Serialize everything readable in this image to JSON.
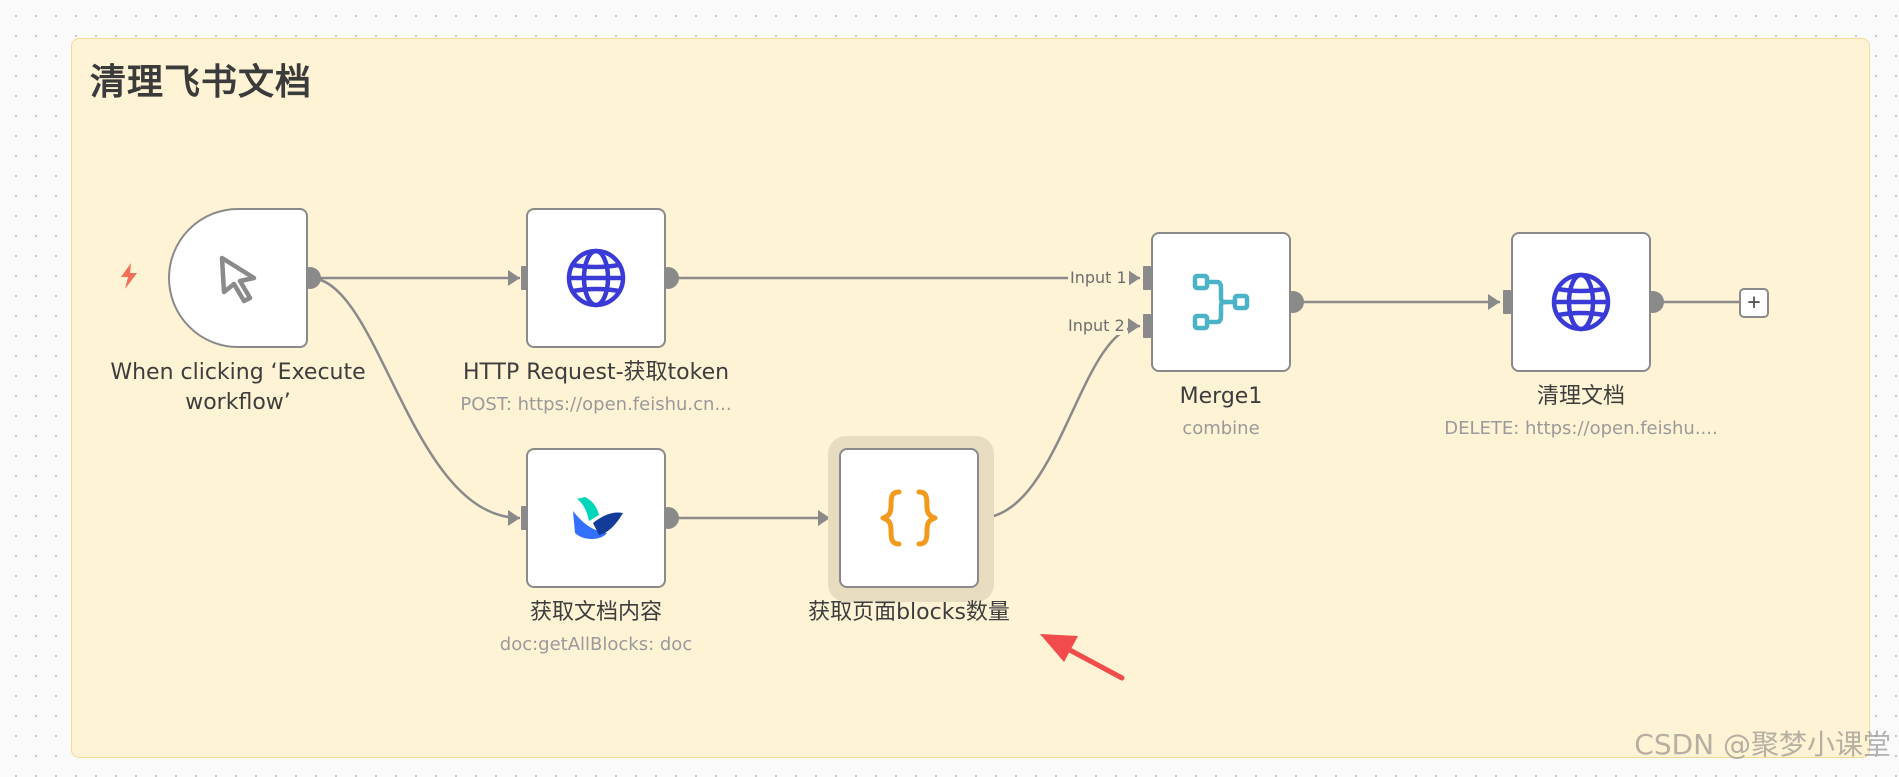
{
  "sticky": {
    "title": "清理飞书文档"
  },
  "nodes": {
    "trigger": {
      "label": "When clicking ‘Execute workflow’",
      "icon": "cursor-pointer-icon"
    },
    "http_token": {
      "label": "HTTP Request-获取token",
      "subtitle": "POST: https://open.feishu.cn...",
      "icon": "globe-icon"
    },
    "get_doc": {
      "label": "获取文档内容",
      "subtitle": "doc:getAllBlocks: doc",
      "icon": "feishu-logo-icon"
    },
    "code_blocks": {
      "label": "获取页面blocks数量",
      "icon": "curly-braces-icon"
    },
    "merge": {
      "label": "Merge1",
      "subtitle": "combine",
      "icon": "merge-icon",
      "inputs": [
        "Input 1",
        "Input 2"
      ]
    },
    "clean_doc": {
      "label": "清理文档",
      "subtitle": "DELETE: https://open.feishu....",
      "icon": "globe-icon"
    }
  },
  "add_button": {
    "label": "+"
  },
  "watermark": "CSDN @聚梦小课堂",
  "colors": {
    "sticky_bg": "#fff3d6",
    "node_border": "#8a8a8a",
    "globe": "#3a3ad6",
    "merge": "#4bb3c7",
    "code": "#f39a1e",
    "bolt": "#f2705a",
    "arrow": "#f24b4b"
  }
}
